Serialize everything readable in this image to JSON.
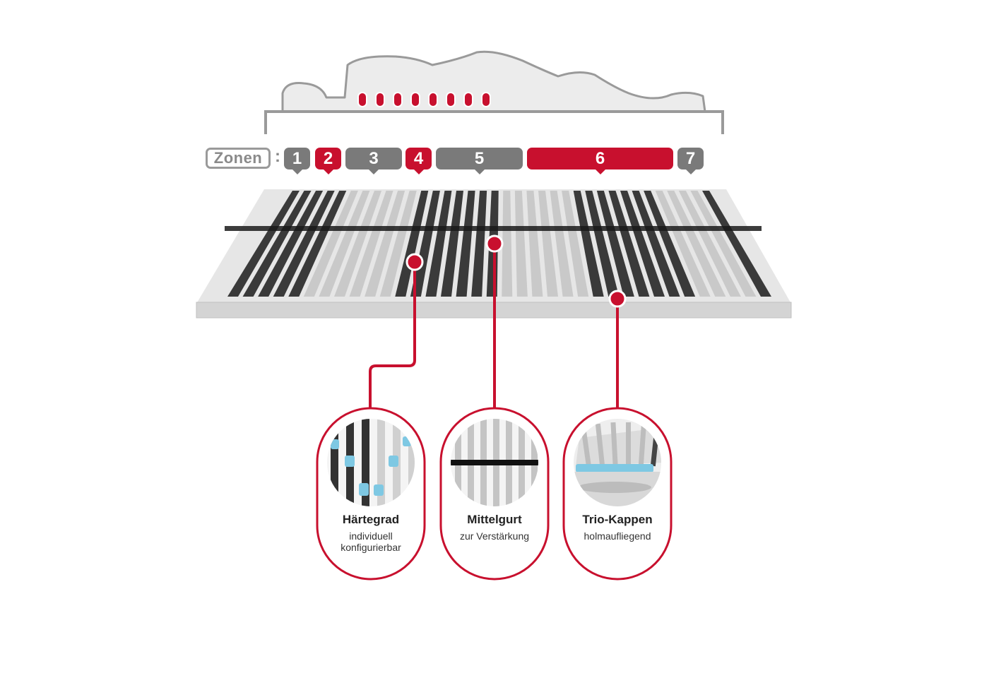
{
  "zones": {
    "label": "Zonen",
    "separator": ":",
    "items": [
      {
        "label": "1",
        "color": "#7a7a7a"
      },
      {
        "label": "2",
        "color": "#c8102e"
      },
      {
        "label": "3",
        "color": "#7a7a7a"
      },
      {
        "label": "4",
        "color": "#c8102e"
      },
      {
        "label": "5",
        "color": "#7a7a7a"
      },
      {
        "label": "6",
        "color": "#c8102e"
      },
      {
        "label": "7",
        "color": "#7a7a7a"
      }
    ]
  },
  "features": [
    {
      "title": "Härtegrad",
      "subtitle_line1": "individuell",
      "subtitle_line2": "konfigurierbar",
      "icon": "slat-hardness-icon"
    },
    {
      "title": "Mittelgurt",
      "subtitle_line1": "zur Verstärkung",
      "subtitle_line2": "",
      "icon": "middle-belt-icon"
    },
    {
      "title": "Trio-Kappen",
      "subtitle_line1": "holmaufliegend",
      "subtitle_line2": "",
      "icon": "trio-caps-icon"
    }
  ],
  "colors": {
    "accent": "#c8102e",
    "zone_grey": "#7a7a7a",
    "slat_dark": "#3a3a3a",
    "slat_light": "#c9c9c9",
    "frame": "#d8d8d8"
  }
}
